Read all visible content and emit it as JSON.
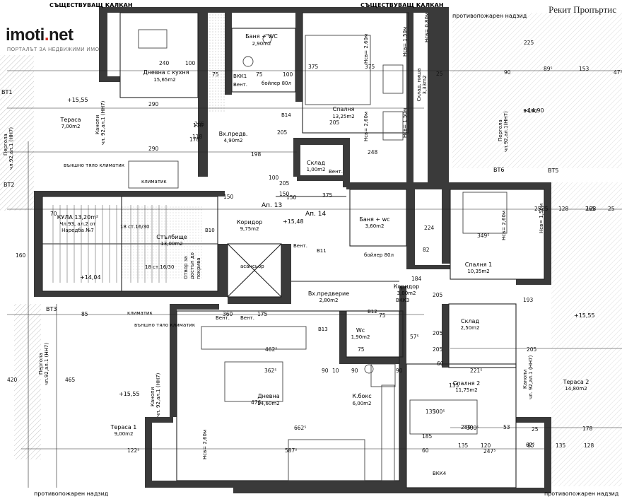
{
  "watermark": "Рекит Пропъртис",
  "logo": {
    "name": "imoti",
    "dot": ".",
    "tld": "net",
    "tagline": "ПОРТАЛЪТ ЗА НЕДВИЖИМИ ИМОТИ"
  },
  "edges": {
    "top_left": "СЪЩЕСТВУВАЩ КАЛКАН",
    "top_right": "СЪЩЕСТВУВАЩ КАЛКАН",
    "fire_top": "противопожарен надзид",
    "fire_bottom_left": "противопожарен надзид",
    "fire_bottom_right": "противопожарен надзид"
  },
  "apartments": [
    {
      "label": "Ап. 13"
    },
    {
      "label": "Ап. 14"
    }
  ],
  "rooms": [
    {
      "id": "living-kitchen",
      "name": "Дневна с кухня",
      "area": "15,65m2"
    },
    {
      "id": "bath-wc-top",
      "name": "Баня + WC",
      "area": "2,90m2"
    },
    {
      "id": "bedroom-top",
      "name": "Спалня",
      "area": "13,25m2"
    },
    {
      "id": "dressing",
      "name": "Склад. ниша",
      "area": "3,33m2"
    },
    {
      "id": "terrace-left-top",
      "name": "Тераса",
      "area": "7,00m2"
    },
    {
      "id": "entrance-top",
      "name": "Вх.предв.",
      "area": "4,90m2"
    },
    {
      "id": "storage-top",
      "name": "Склад",
      "area": "1,00m2"
    },
    {
      "id": "tower",
      "name": "КУЛА 13,20m²",
      "note1": "Чл.93, ал.2 от",
      "note2": "Наредба №7"
    },
    {
      "id": "stairs",
      "name": "Стълбище",
      "area": "13,00m2"
    },
    {
      "id": "corridor-mid",
      "name": "Коридор",
      "area": "9,75m2"
    },
    {
      "id": "bath-wc-mid",
      "name": "Баня + wc",
      "area": "3,60m2"
    },
    {
      "id": "bedroom-1",
      "name": "Спалня 1",
      "area": "10,35m2"
    },
    {
      "id": "corridor-right",
      "name": "Коридор",
      "area": "3,00m2"
    },
    {
      "id": "entrance-mid",
      "name": "Вх.предверие",
      "area": "2,80m2"
    },
    {
      "id": "wc",
      "name": "Wc",
      "area": "1,90m2"
    },
    {
      "id": "storage-right",
      "name": "Склад",
      "area": "2,50m2"
    },
    {
      "id": "living",
      "name": "Дневна",
      "area": "24,60m2"
    },
    {
      "id": "kitchen-box",
      "name": "К.бокс",
      "area": "6,00m2"
    },
    {
      "id": "bedroom-2",
      "name": "Спалня 2",
      "area": "11,75m2"
    },
    {
      "id": "terrace-1",
      "name": "Тераса 1",
      "area": "9,00m2"
    },
    {
      "id": "terrace-2",
      "name": "Тераса 2",
      "area": "14,80m2"
    }
  ],
  "levels": [
    "+15,55",
    "+14,90",
    "+14,04",
    "+15,48",
    "+15,55",
    "+15,55"
  ],
  "labels": {
    "elevator": "асансьор",
    "opening": [
      "Отвор за",
      "достъп до",
      "покрива"
    ],
    "stairs_top": "18 ст.16/30",
    "stairs_bottom": "18 ст.16/30",
    "boiler": "бойлер 80л",
    "climatic": "климатик",
    "outdoor_unit": "външно тяло климатик",
    "vent": "Вент.",
    "shaft_vkk1": "ВКК1",
    "shaft_vkk3": "ВКК3",
    "shaft_vkk4": "ВКК4",
    "pergola": [
      "Пергола",
      "чл.92,ал.1 (НН7)"
    ],
    "canopy": [
      "Канопи",
      "чл. 92,ал.1 (НН7)"
    ],
    "heights": [
      "Нсв= 2,60м",
      "Нсв= 1,50м",
      "Нсв= 0,80м",
      "Нсв= 2,60м",
      "Нсв= 1,50м",
      "Нсв= 2,60м",
      "Нсв= 1,50м",
      "Нсв= 2,60м"
    ],
    "axes": [
      "ВТ1",
      "ВТ2",
      "ВТ3",
      "ВТ5",
      "ВТ6"
    ],
    "doors": [
      "B14",
      "B11",
      "B10",
      "B12",
      "B13"
    ],
    "balcony_level": "14,90",
    "pergola_right": [
      "Пергола",
      "чл.92,ал.1(НН7)"
    ]
  },
  "dims": [
    "240",
    "100",
    "75",
    "75",
    "100",
    "375",
    "375",
    "290",
    "290",
    "265",
    "118",
    "198",
    "205",
    "150",
    "150",
    "100",
    "205",
    "375",
    "205",
    "248",
    "25",
    "90",
    "89⁵",
    "153",
    "47⁵",
    "225",
    "160",
    "70",
    "128",
    "25",
    "25",
    "128",
    "150",
    "85",
    "360",
    "175",
    "57⁵",
    "462⁵",
    "362⁵",
    "476",
    "662⁵",
    "587⁵",
    "122⁵",
    "420",
    "465",
    "90",
    "10",
    "90",
    "221⁵",
    "289⁵",
    "247⁵",
    "178",
    "205",
    "193",
    "349⁵",
    "224",
    "184",
    "205",
    "205",
    "205",
    "82",
    "75",
    "60",
    "75",
    "90",
    "60",
    "25",
    "120",
    "85",
    "135",
    "185",
    "135",
    "300⁵",
    "300⁵",
    "62⁵",
    "135",
    "135",
    "25",
    "128",
    "265",
    "118",
    "178",
    "53"
  ]
}
